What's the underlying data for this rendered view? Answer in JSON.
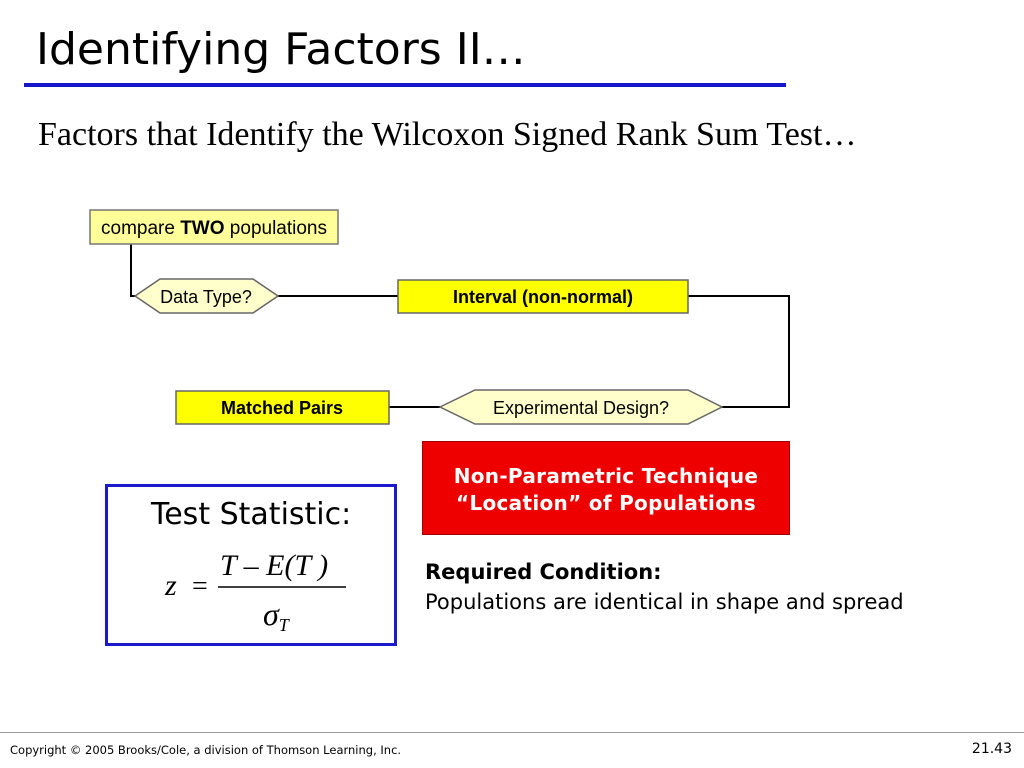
{
  "slide": {
    "title": "Identifying Factors II…",
    "subtitle": "Factors that Identify the Wilcoxon Signed Rank Sum Test…"
  },
  "flowchart": {
    "start": {
      "prefix": "compare ",
      "emphasis": "TWO",
      "suffix": " populations"
    },
    "decision_data_type": "Data Type?",
    "result_interval": "Interval (non-normal)",
    "decision_design": "Experimental Design?",
    "result_matched": "Matched Pairs"
  },
  "technique": {
    "line1": "Non-Parametric Technique",
    "line2": "“Location” of Populations"
  },
  "test_statistic": {
    "label": "Test Statistic:",
    "lhs": "z",
    "equals": "=",
    "numerator": "T – E(T )",
    "denominator": "σ",
    "denominator_sub": "T"
  },
  "required_condition": {
    "title": "Required Condition:",
    "text": "Populations are identical in shape and spread"
  },
  "footer": {
    "copyright": "Copyright © 2005 Brooks/Cole, a division of Thomson Learning, Inc.",
    "page": "21.43"
  },
  "colors": {
    "title_rule": "#1515c9",
    "box_yellow": "#ffff00",
    "start_box_fill": "#ffff99",
    "decision_fill": "#ffffcc",
    "technique_red": "#ee0000",
    "stat_border": "#1a1acc"
  }
}
